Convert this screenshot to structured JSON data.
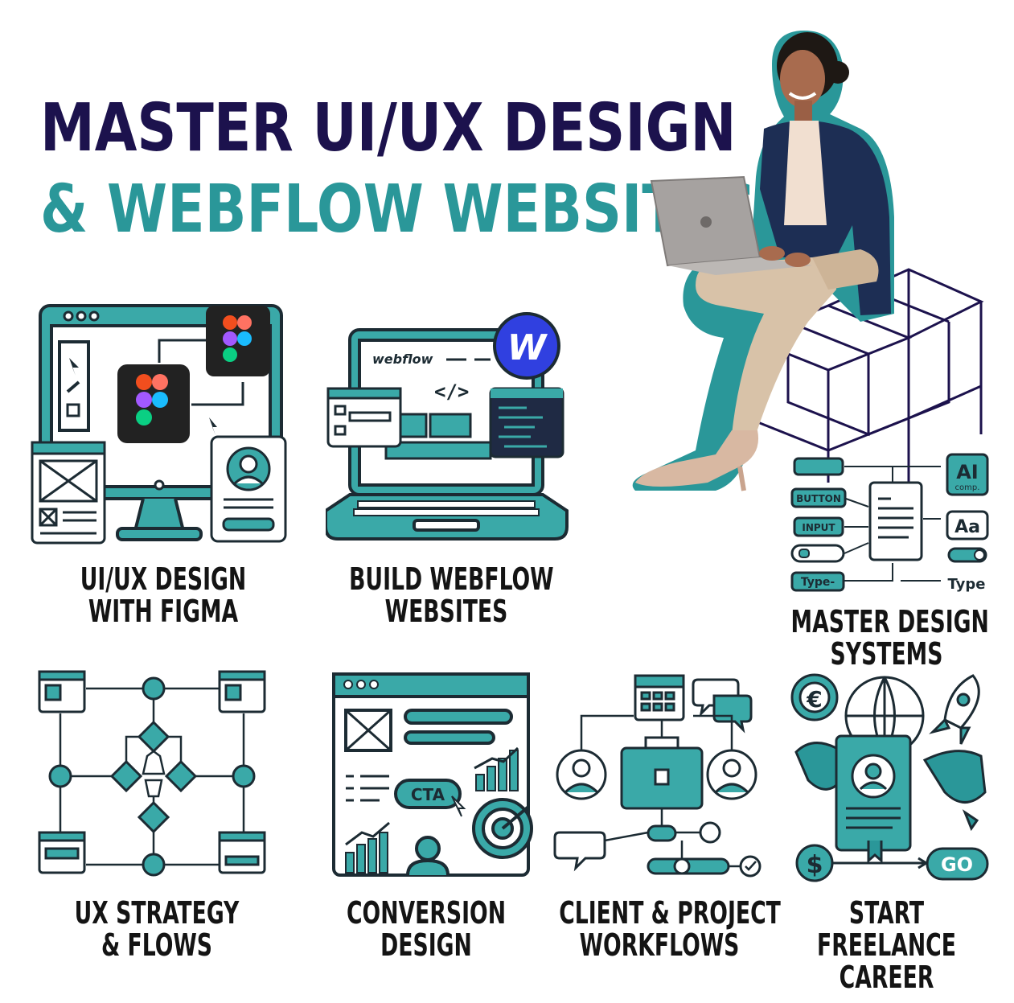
{
  "colors": {
    "navy": "#1c124d",
    "teal": "#2a9799",
    "teal_light": "#3aa9a8",
    "outline": "#1c2b33",
    "dark_panel": "#1f2a44",
    "webflow_blue": "#3040e0",
    "suit_navy": "#1d2e54",
    "trouser_beige": "#d8c2a8",
    "skin": "#a86b4e"
  },
  "headline": {
    "line1": "MASTER UI/UX DESIGN",
    "line2": "& WEBFLOW WEBSITES"
  },
  "features": [
    {
      "id": "figma",
      "line1": "UI/UX DESIGN",
      "line2": "WITH FIGMA",
      "icon": "desktop-figma-icon"
    },
    {
      "id": "webflow",
      "line1": "BUILD WEBFLOW",
      "line2": "WEBSITES",
      "icon": "laptop-webflow-icon"
    },
    {
      "id": "design-systems",
      "line1": "MASTER DESIGN",
      "line2": "SYSTEMS",
      "icon": "design-system-diagram-icon"
    },
    {
      "id": "ux-strategy",
      "line1": "UX STRATEGY",
      "line2": "& FLOWS",
      "icon": "flowchart-icon"
    },
    {
      "id": "conversion",
      "line1": "CONVERSION",
      "line2": "DESIGN",
      "icon": "conversion-target-icon"
    },
    {
      "id": "client",
      "line1": "CLIENT & PROJECT",
      "line2": "WORKFLOWS",
      "icon": "briefcase-workflow-icon"
    },
    {
      "id": "freelance",
      "line1": "START",
      "line2": "FREELANCE",
      "line3": "CAREER",
      "icon": "freelance-rocket-icon"
    }
  ],
  "art_labels": {
    "webflow_wordmark": "webflow",
    "webflow_badge": "W",
    "code_tag": "</>",
    "ds_button": "BUTTON",
    "ds_input": "INPUT",
    "ds_type_in": "Type-",
    "ds_ai": "AI",
    "ds_comp": "comp.",
    "ds_aa": "Aa",
    "ds_type_out": "Type",
    "cta": "CTA",
    "euro": "€",
    "dollar": "$",
    "go": "GO"
  }
}
